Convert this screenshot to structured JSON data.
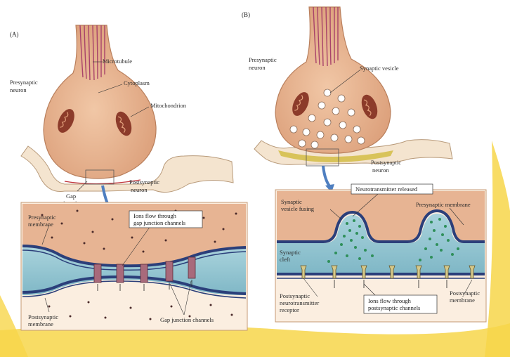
{
  "panel_a": {
    "tag": "(A)",
    "labels": {
      "presynaptic_neuron_1": "Presynaptic",
      "presynaptic_neuron_2": "neuron",
      "microtubule": "Microtubule",
      "cytoplasm": "Cytoplasm",
      "mitochondrion": "Mitochondrion",
      "gap_junction_1": "Gap",
      "gap_junction_2": "junction",
      "postsynaptic_neuron_1": "Postsynaptic",
      "postsynaptic_neuron_2": "neuron",
      "presynaptic_membrane_1": "Presynaptic",
      "presynaptic_membrane_2": "membrane",
      "ions_flow_1": "Ions flow through",
      "ions_flow_2": "gap junction channels",
      "postsynaptic_membrane_1": "Postsynaptic",
      "postsynaptic_membrane_2": "membrane",
      "gap_junction_channels": "Gap junction channels"
    }
  },
  "panel_b": {
    "tag": "(B)",
    "labels": {
      "presynaptic_neuron_1": "Presynaptic",
      "presynaptic_neuron_2": "neuron",
      "synaptic_vesicle": "Synaptic vesicle",
      "postsynaptic_neuron_1": "Postsynaptic",
      "postsynaptic_neuron_2": "neuron",
      "neurotransmitter_released": "Neurotransmitter released",
      "vesicle_fusing_1": "Synaptic",
      "vesicle_fusing_2": "vesicle fusing",
      "presynaptic_membrane": "Presynaptic membrane",
      "synaptic_cleft_1": "Synaptic",
      "synaptic_cleft_2": "cleft",
      "receptor_1": "Postsynaptic",
      "receptor_2": "neurotransmitter",
      "receptor_3": "receptor",
      "ions_flow_1": "Ions flow through",
      "ions_flow_2": "postsynaptic channels",
      "postsynaptic_membrane_1": "Postsynaptic",
      "postsynaptic_membrane_2": "membrane"
    }
  },
  "colors": {
    "terminal": "#e8b48f",
    "terminal_edge": "#b97f5c",
    "microtubule": "#a8426a",
    "mitochondrion": "#8c3b2a",
    "cleft_blue": "#8fc3cf",
    "membrane_navy": "#2b3f7a",
    "presyn_fill": "#e7b493",
    "postsyn_fill": "#f3dcc3",
    "gap_channel": "#a86a7b",
    "neurotransmitter": "#2f8f5a",
    "receptor": "#d6c98a",
    "arrow_blue": "#4f7fc0",
    "background_yellow": "#f7d64a"
  }
}
